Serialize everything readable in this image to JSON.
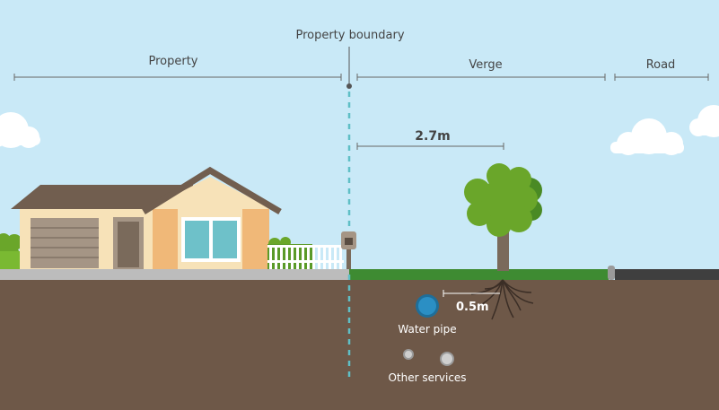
{
  "labels": {
    "property_boundary": "Property boundary",
    "property": "Property",
    "verge": "Verge",
    "road": "Road",
    "verge_distance": "2.7m",
    "root_distance": "0.5m",
    "water_pipe": "Water pipe",
    "other_services": "Other services"
  },
  "colors": {
    "sky": "#c9e9f7",
    "soil": "#6e5848",
    "grass": "#3e8b32",
    "road": "#3f3f3f",
    "footpath": "#bcbcbc",
    "boundary_line": "#5fbfc6",
    "water_pipe": "#2b8fc4",
    "tree_foliage": "#6aa62a",
    "house_wall": "#f7e2b8",
    "house_roof": "#715e4f"
  }
}
